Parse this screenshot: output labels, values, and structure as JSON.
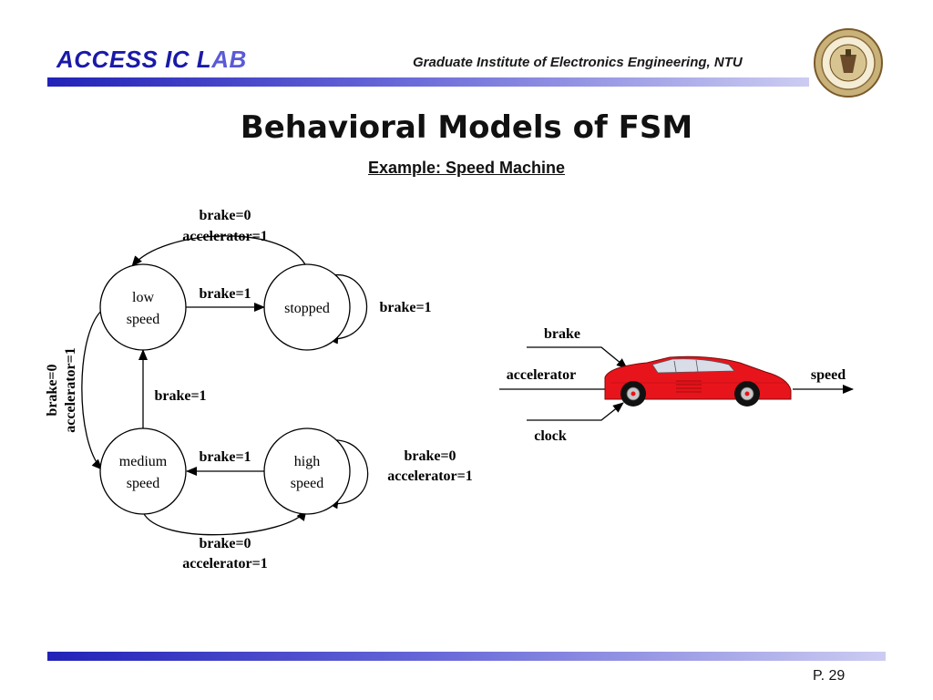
{
  "header": {
    "logo_main": "ACCESS IC L",
    "logo_fade": "AB",
    "institute": "Graduate Institute of Electronics Engineering, NTU"
  },
  "title": "Behavioral Models of FSM",
  "subtitle": "Example: Speed Machine",
  "states": {
    "low": [
      "low",
      "speed"
    ],
    "stopped": [
      "stopped"
    ],
    "medium": [
      "medium",
      "speed"
    ],
    "high": [
      "high",
      "speed"
    ]
  },
  "transitions": {
    "stopped_to_low": [
      "brake=0",
      "accelerator=1"
    ],
    "low_to_stopped": [
      "brake=1"
    ],
    "stopped_self": [
      "brake=1"
    ],
    "low_to_medium": [
      "brake=0",
      "accelerator=1"
    ],
    "medium_to_low": [
      "brake=1"
    ],
    "high_to_medium": [
      "brake=1"
    ],
    "high_self": [
      "brake=0",
      "accelerator=1"
    ],
    "medium_to_high": [
      "brake=0",
      "accelerator=1"
    ]
  },
  "car": {
    "input_brake": "brake",
    "input_accelerator": "accelerator",
    "input_clock": "clock",
    "output_speed": "speed",
    "body_color": "#e8141c"
  },
  "footer": {
    "page": "P. 29"
  }
}
